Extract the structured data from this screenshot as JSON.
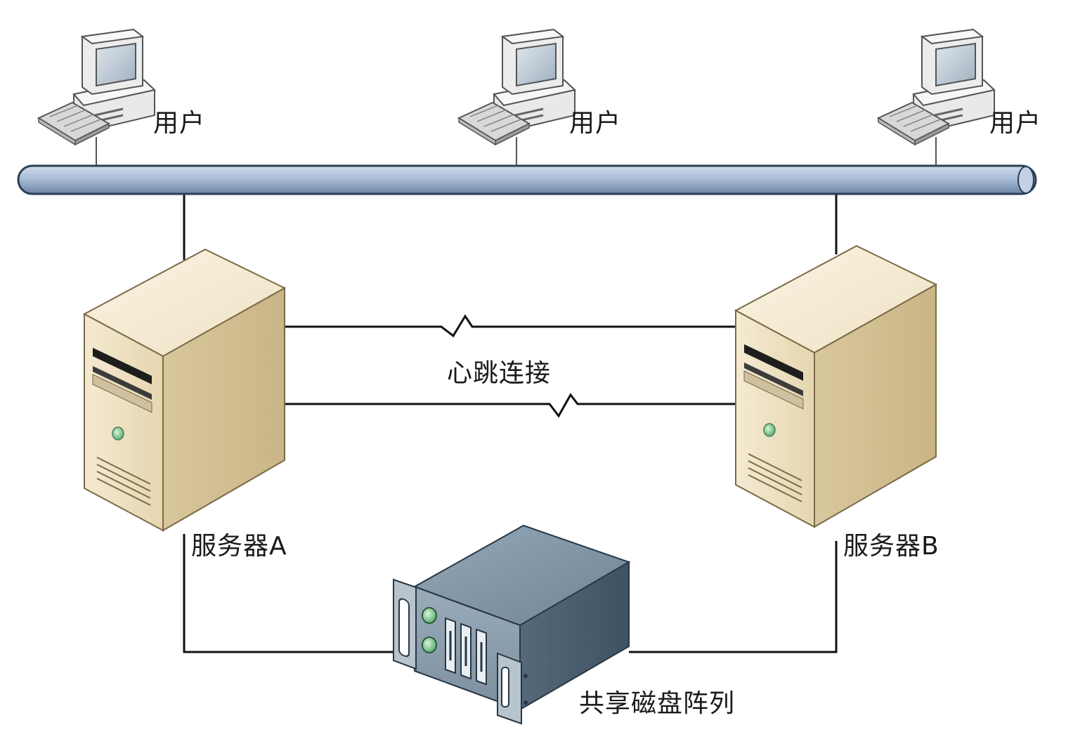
{
  "diagram": {
    "users": [
      {
        "label": "用户"
      },
      {
        "label": "用户"
      },
      {
        "label": "用户"
      }
    ],
    "heartbeat_label": "心跳连接",
    "server_a_label": "服务器A",
    "server_b_label": "服务器B",
    "storage_label": "共享磁盘阵列"
  },
  "colors": {
    "network_bus": "#a9bdd6",
    "server_body": "#e9dcbd",
    "storage_body": "#6f8494",
    "status_led": "#8fcf9e",
    "line": "#111111"
  }
}
